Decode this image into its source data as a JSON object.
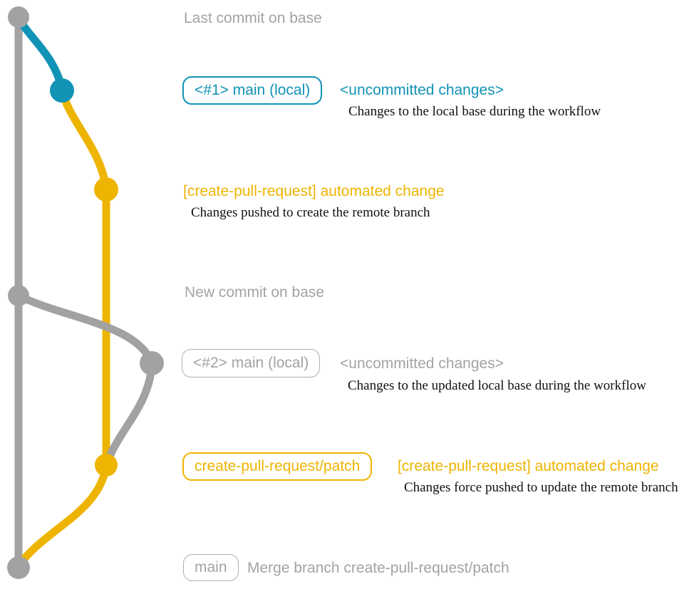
{
  "colors": {
    "gray": "#A2A2A2",
    "gray_text": "#A3A3A3",
    "gray_border": "#AFAFAF",
    "blue": "#1193B6",
    "yellow": "#EEB402",
    "ink": "#101010"
  },
  "annotations": {
    "row1": {
      "label": "Last commit on base"
    },
    "row2": {
      "tag": "<#1> main (local)",
      "status": "<uncommitted changes>",
      "note": "Changes to the local base during the workflow"
    },
    "row3": {
      "title": "[create-pull-request] automated change",
      "note": "Changes pushed to create the remote branch"
    },
    "row4": {
      "label": "New commit on base"
    },
    "row5": {
      "tag": "<#2> main (local)",
      "status": "<uncommitted changes>",
      "note": "Changes to the updated local base during the workflow"
    },
    "row6": {
      "tag": "create-pull-request/patch",
      "title": "[create-pull-request] automated change",
      "note": "Changes force pushed to update the remote branch"
    },
    "row7": {
      "tag": "main",
      "title": "Merge branch create-pull-request/patch"
    }
  }
}
